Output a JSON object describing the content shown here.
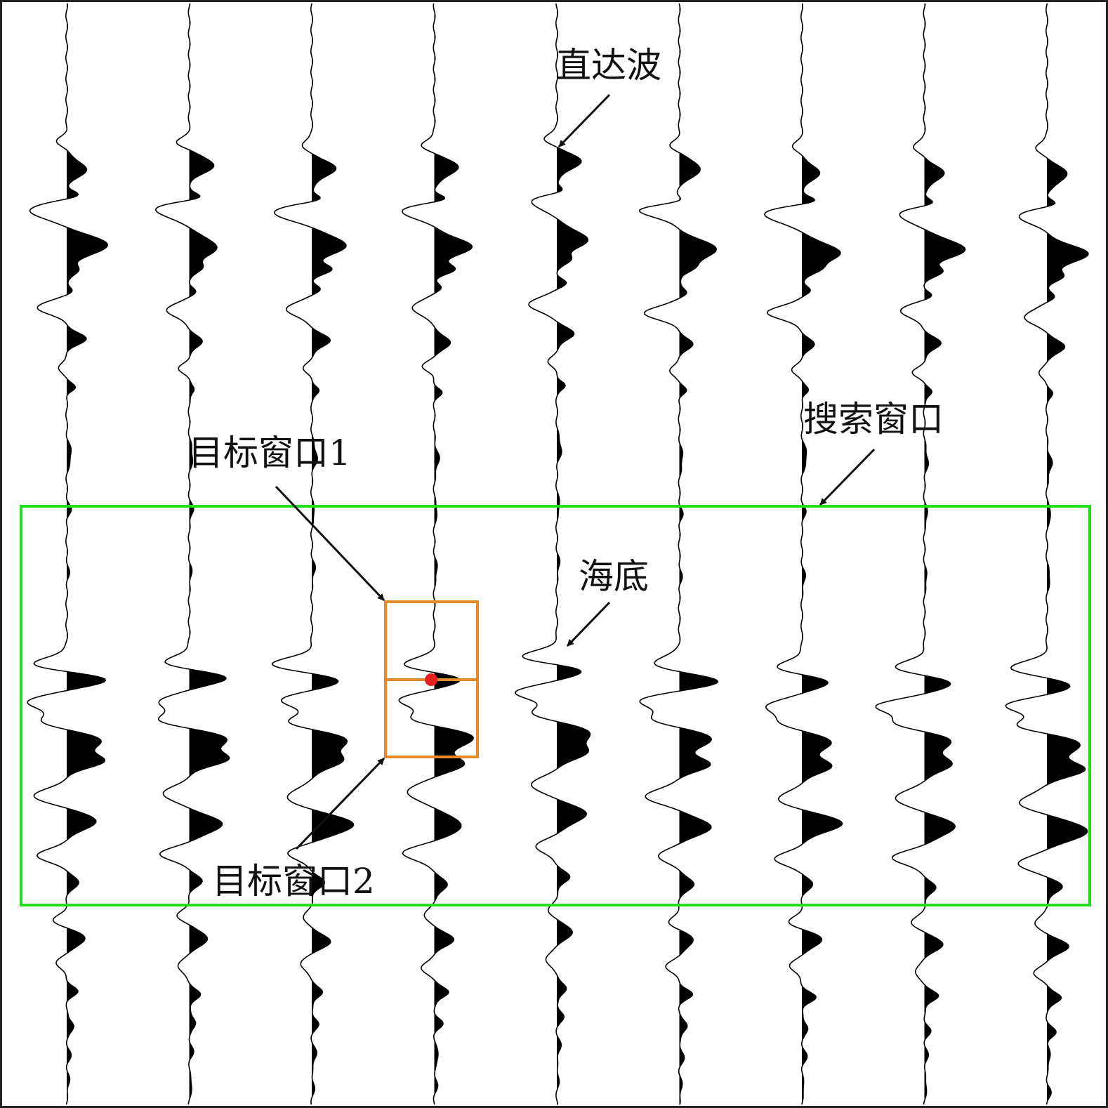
{
  "labels": {
    "direct_wave": "直达波",
    "seabed": "海底",
    "search_window": "搜索窗口",
    "target_window_1": "目标窗口1",
    "target_window_2": "目标窗口2"
  },
  "colors": {
    "background": "#ffffff",
    "frame": "#222222",
    "trace": "#000000",
    "search_window": "#22dd22",
    "target_window": "#e8892a",
    "pick_point": "#e82020",
    "arrow": "#111111"
  },
  "trace_count": 9
}
